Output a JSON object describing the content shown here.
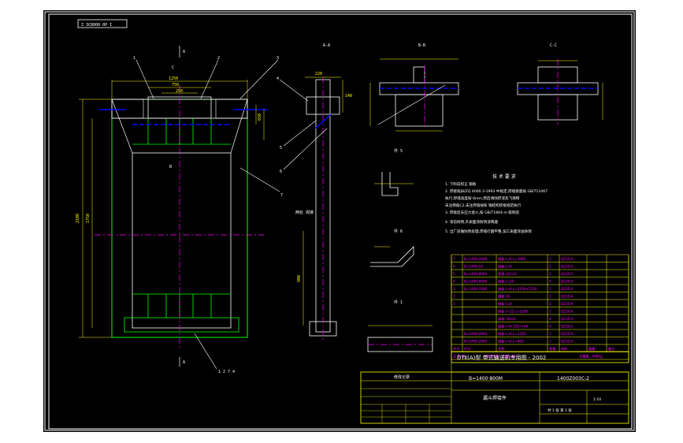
{
  "window": {
    "canvas_background": "#000000",
    "page_background": "#ffffff"
  },
  "colors": {
    "border": "#ffffff",
    "dimension": "#ffff00",
    "outline": "#00ff00",
    "hidden": "#ffffff",
    "centerline": "#ff00ff",
    "section": "#0000ff",
    "leader": "#00ff00",
    "table_text": "#ff00ff"
  },
  "drawing_number_stamp": "Z 3C8000 0P I",
  "section_labels": {
    "aa": "A-A",
    "bb": "B-B",
    "cc": "C-C",
    "p5": "件 5",
    "p6": "件 6",
    "p1": "件 1"
  },
  "view_markers": {
    "a_top": "A",
    "a_bottom": "A",
    "c_top": "C",
    "b_mid": "B"
  },
  "balloons": [
    "1",
    "2",
    "3",
    "4",
    "5",
    "6",
    "7"
  ],
  "main_view": {
    "overall_height_label": "2100",
    "inner_height_label": "1750",
    "top_width_label": "1250",
    "mid_width_label": "750",
    "flange_label": "250",
    "side_label": "650",
    "bottom_tag": "1 2 7 4"
  },
  "section_view": {
    "top_dim": "220",
    "depth_dim": "140",
    "height_dim": "900",
    "note_label": "两处 焊接"
  },
  "tech_requirements": {
    "title": "技 术 要 求",
    "lines": [
      "1. 下料前校正 钢板",
      "2. 焊接按JB/ZQ 4000.3-1993 中规定,焊缝质量按 GB/T12467",
      "   执行,焊缝高度按 6mm,焊后清除焊渣及飞溅物",
      "   未注倒角C2,未注焊缝按照 钢结构焊接规范执行",
      "3. 焊接后去应力退火,按 GB/T1804 m 级制造",
      "4. 漆前除锈,外表面涂防锈漆两遍",
      "5. 出厂前做防锈处理,焊缝打磨平整,加工表面涂油防锈"
    ]
  },
  "bom": {
    "header": [
      "件号",
      "代号",
      "名称",
      "数量",
      "材料",
      "重量",
      "备注"
    ],
    "rows": [
      [
        "7",
        "B=1400-2008",
        "钢板 t=6 L=1080",
        "2",
        "Q235-A",
        "",
        ""
      ],
      [
        "6",
        "B=1400-18",
        "钢板 t=8",
        "2",
        "Q235-A",
        "",
        ""
      ],
      [
        "5",
        "B=1400-8004",
        "角钢 L63×6",
        "2",
        "Q235-A",
        "",
        ""
      ],
      [
        "4",
        "B=1400-8006",
        "钢板 t=10",
        "4",
        "Q235-A",
        "",
        ""
      ],
      [
        "3",
        "B=1400-2006",
        "钢板 t=8 L=2100×1250",
        "1",
        "Q235-A",
        "",
        ""
      ],
      [
        "2",
        "",
        "槽钢 16",
        "2",
        "Q235-A",
        "",
        ""
      ],
      [
        "1",
        "",
        "钢板 t=8",
        "2",
        "Q235-A",
        "",
        ""
      ],
      [
        "",
        "",
        "钢板 t=12 L=1250",
        "2",
        "Q235-A",
        "",
        ""
      ],
      [
        "",
        "",
        "扁钢 -60×6",
        "4",
        "Q235-A",
        "",
        ""
      ],
      [
        "",
        "",
        "钢板 t=6 250×100",
        "4",
        "Q235-A",
        "",
        ""
      ],
      [
        "",
        "B=1400-2002",
        "钢板 t=6 L=1250",
        "1",
        "Q235-A",
        "",
        ""
      ],
      [
        "",
        "B=1400-2004",
        "钢板 t=6 L=400",
        "2",
        "Q235-A",
        "",
        ""
      ]
    ],
    "footer": [
      "总 重 量",
      "(焊件总重 · 重量之和)",
      "",
      "总重量 · 408kg"
    ]
  },
  "title_block": {
    "series": "DTⅡ(A)型 带式输送机专用图 - 2002",
    "model": "B=1400·800M",
    "drawing_no": "1400Z003C-2",
    "part_name": "漏斗焊接件",
    "revision_title": "修改记录",
    "scale": "1:10",
    "sheet": "共 1 张  第 1 张"
  }
}
